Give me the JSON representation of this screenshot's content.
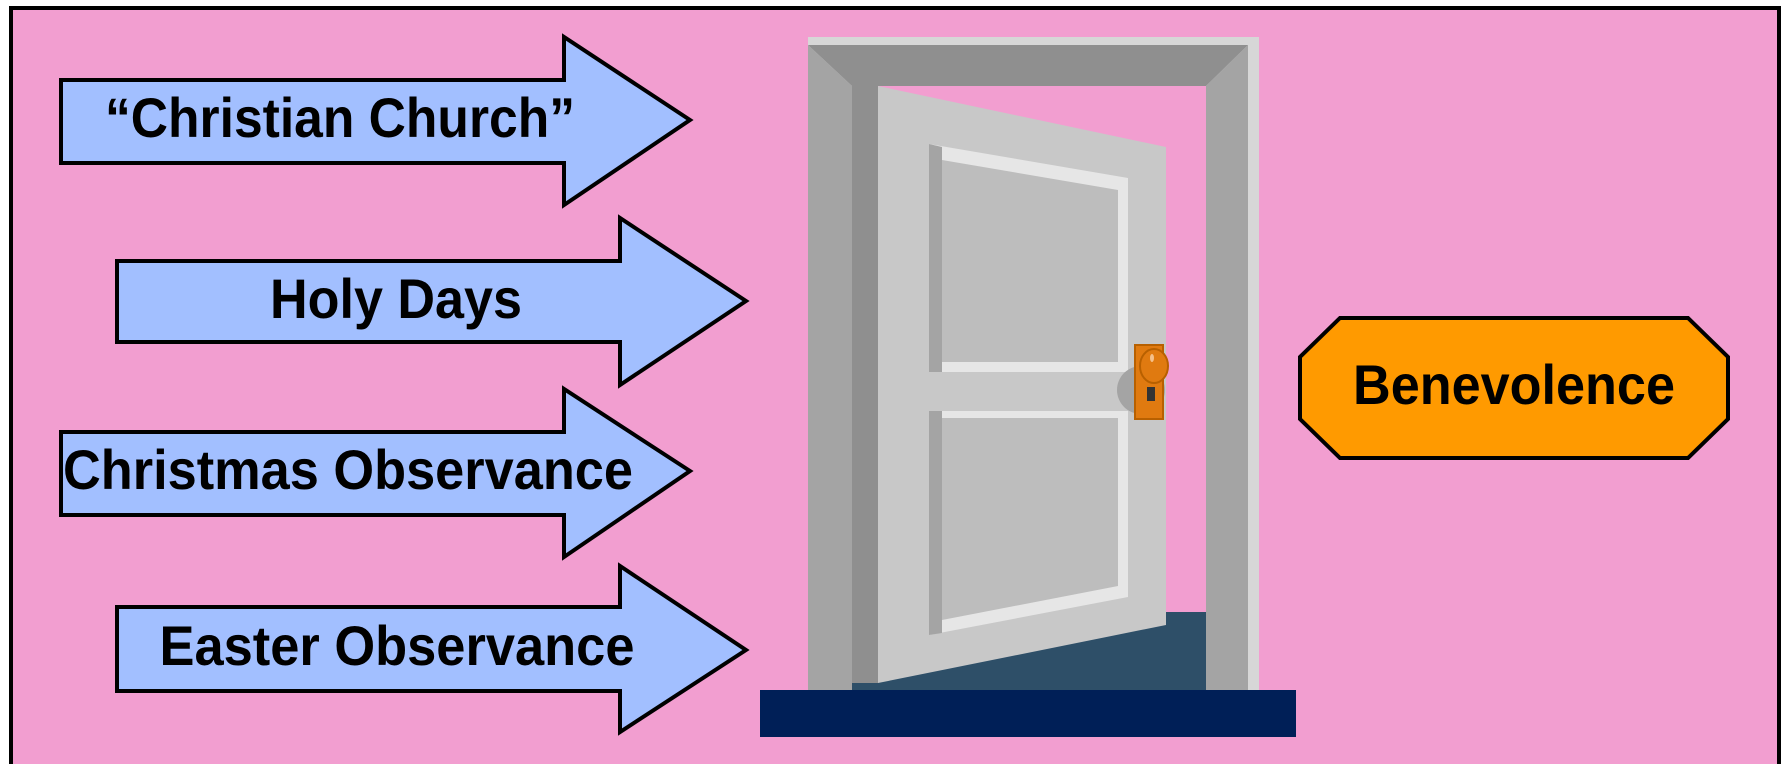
{
  "arrows": [
    {
      "label": "“Christian Church”"
    },
    {
      "label": "Holy Days"
    },
    {
      "label": "Christmas Observance"
    },
    {
      "label": "Easter Observance"
    }
  ],
  "octagon": {
    "label": "Benevolence"
  },
  "door": {
    "state": "open"
  },
  "colors": {
    "background": "#F29ED0",
    "border": "#000000",
    "arrow_fill": "#A2BFFF",
    "octagon_fill": "#FF9A00",
    "frame_light": "#D7D7D7",
    "frame_mid": "#A4A4A4",
    "frame_dark": "#8F8F8F",
    "door_face": "#C8C8C8",
    "door_panel": "#BDBDBD",
    "door_panel_highlight": "#E6E6E6",
    "floor_shadow": "#2E4F68",
    "threshold": "#001F57",
    "knob": "#E07A10"
  }
}
